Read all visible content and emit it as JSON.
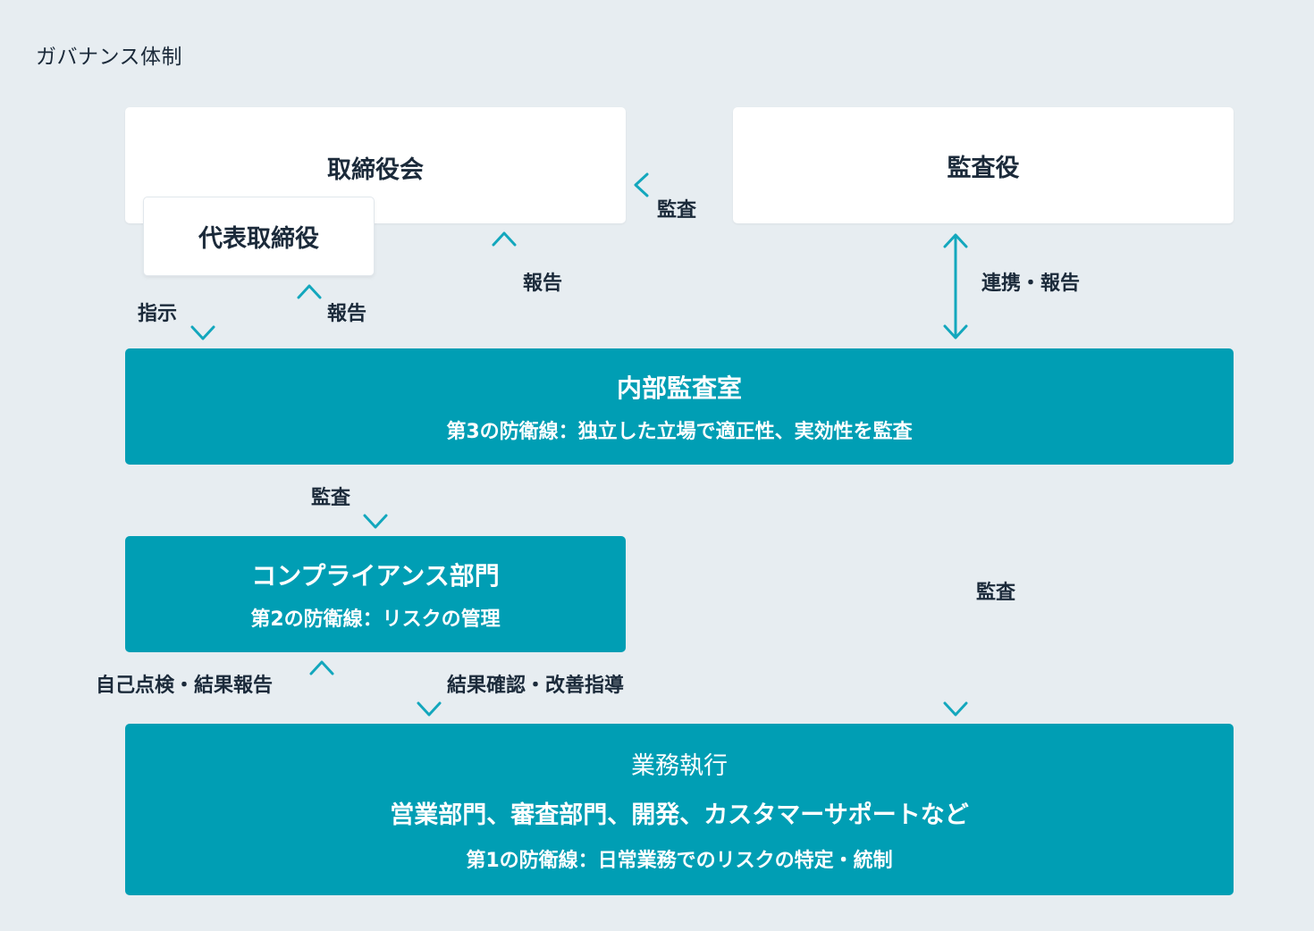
{
  "page_title": "ガバナンス体制",
  "colors": {
    "background": "#e7edf1",
    "teal": "#009eb4",
    "arrow": "#13a7bd",
    "text": "#1b2a3a"
  },
  "nodes": {
    "board": {
      "title": "取締役会"
    },
    "auditor": {
      "title": "監査役"
    },
    "representative": {
      "title": "代表取締役"
    },
    "internal_audit": {
      "title": "内部監査室",
      "subtitle": "第3の防衛線：独立した立場で適正性、実効性を監査"
    },
    "compliance": {
      "title": "コンプライアンス部門",
      "subtitle": "第2の防衛線：リスクの管理"
    },
    "operations": {
      "heading": "業務執行",
      "title": "営業部門、審査部門、開発、カスタマーサポートなど",
      "subtitle": "第1の防衛線：日常業務でのリスクの特定・統制"
    }
  },
  "edges": {
    "auditor_to_board": "監査",
    "rep_instruct": "指示",
    "rep_report": "報告",
    "board_report": "報告",
    "auditor_coop": "連携・報告",
    "internal_to_compliance": "監査",
    "internal_to_operations": "監査",
    "ops_self_check": "自己点検・結果報告",
    "compliance_guidance": "結果確認・改善指導"
  }
}
